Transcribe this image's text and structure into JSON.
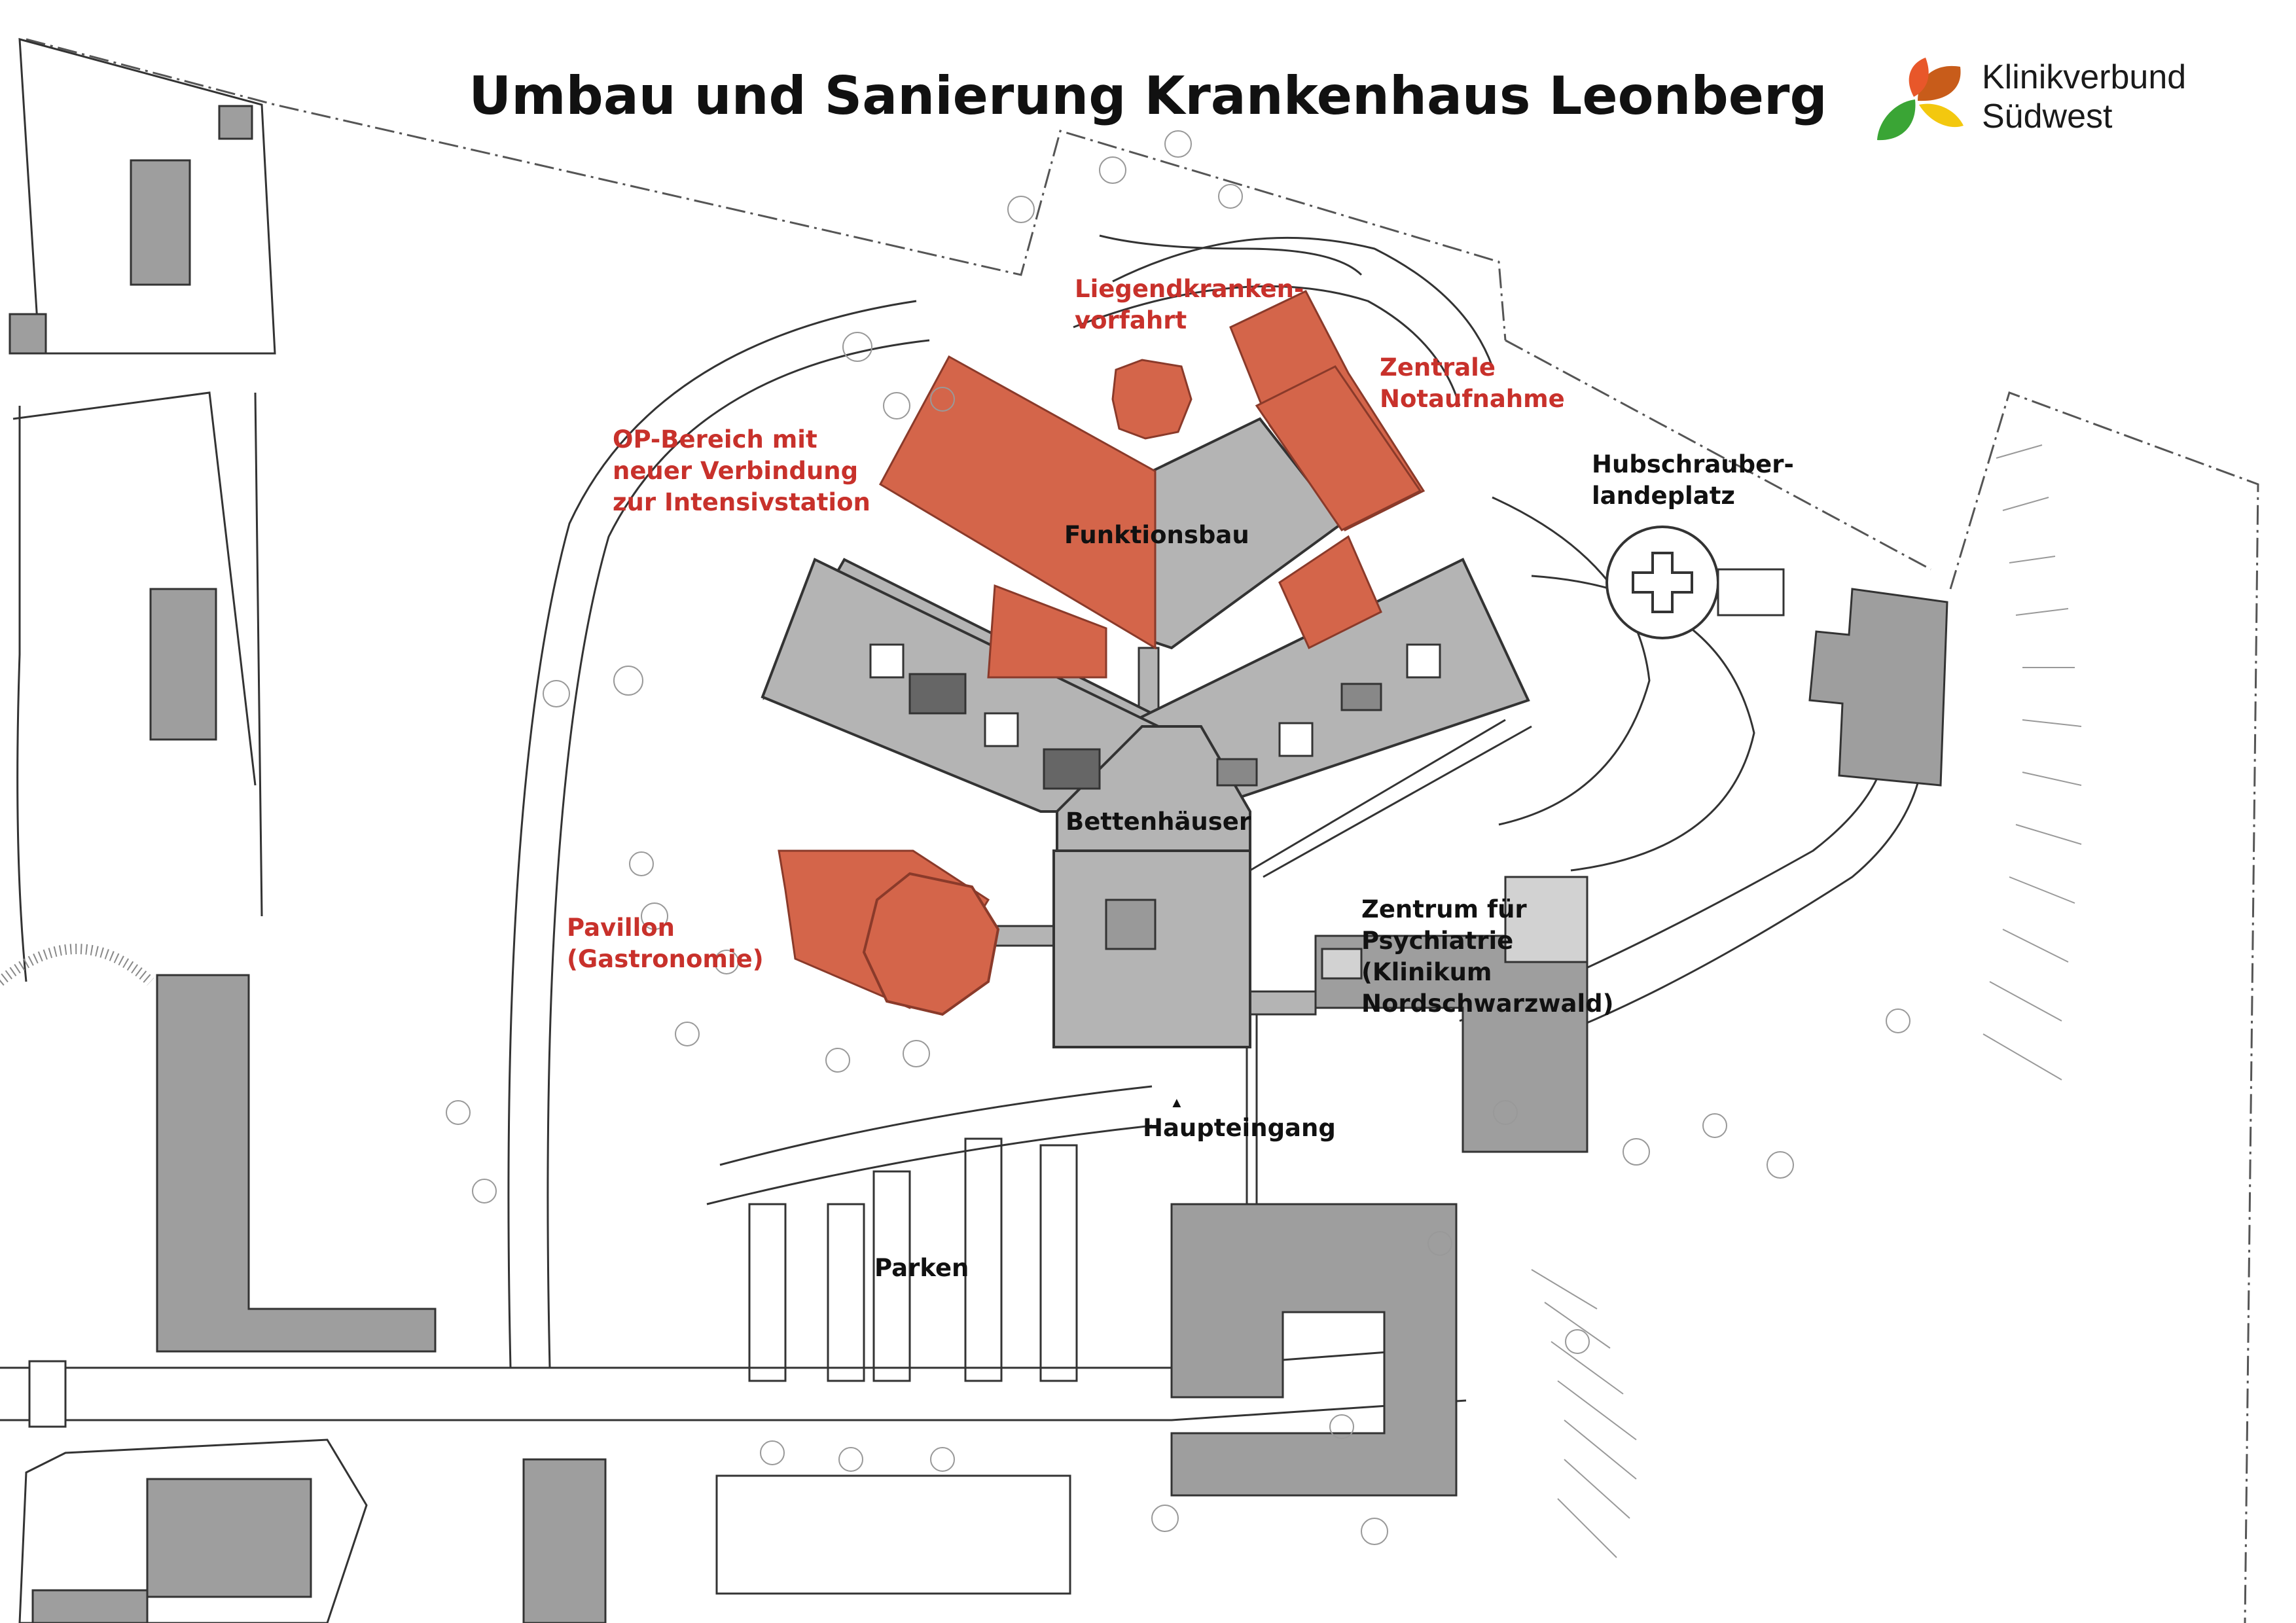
{
  "title": "Umbau und Sanierung Krankenhaus Leonberg",
  "logo": {
    "line1": "Klinikverbund",
    "line2": "Südwest",
    "colors": [
      "#e8572a",
      "#3aa535",
      "#f3c80f",
      "#c85c1a"
    ]
  },
  "colors": {
    "new_construction": "#d4654a",
    "existing_building": "#b4b4b4",
    "label_red": "#c8312b",
    "line": "#333333"
  },
  "labels": {
    "liegend": "Liegendkranken-\nvorfahrt",
    "notaufnahme": "Zentrale\nNotaufnahme",
    "op": "OP-Bereich mit\nneuer Verbindung\nzur Intensivstation",
    "hubschrauber": "Hubschrauber-\nlandeplatz",
    "funktionsbau": "Funktionsbau",
    "bettenhaeuser": "Bettenhäuser",
    "pavillon": "Pavillon\n(Gastronomie)",
    "psychiatrie": "Zentrum für\nPsychiatrie\n(Klinikum\nNordschwarzwald)",
    "haupteingang": "Haupteingang",
    "parken": "Parken"
  }
}
